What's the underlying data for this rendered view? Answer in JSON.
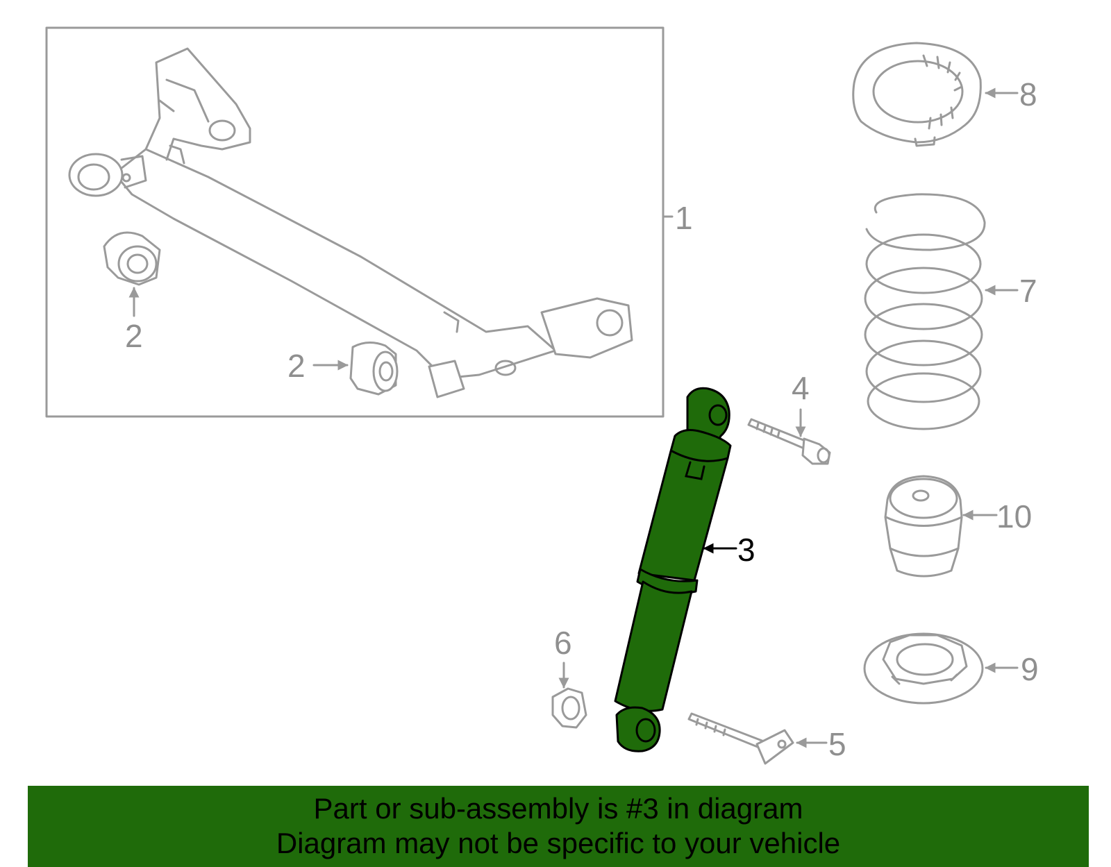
{
  "callouts": {
    "c1": "1",
    "c2a": "2",
    "c2b": "2",
    "c3": "3",
    "c4": "4",
    "c5": "5",
    "c6": "6",
    "c7": "7",
    "c8": "8",
    "c9": "9",
    "c10": "10"
  },
  "highlight_part": "3",
  "colors": {
    "highlight": "#1f6b0a",
    "line_art": "#9a9a9a",
    "banner_bg": "#1f6b0a"
  },
  "banner": {
    "line1": "Part or sub-assembly is #3 in diagram",
    "line2": "Diagram may not be specific to your vehicle"
  }
}
